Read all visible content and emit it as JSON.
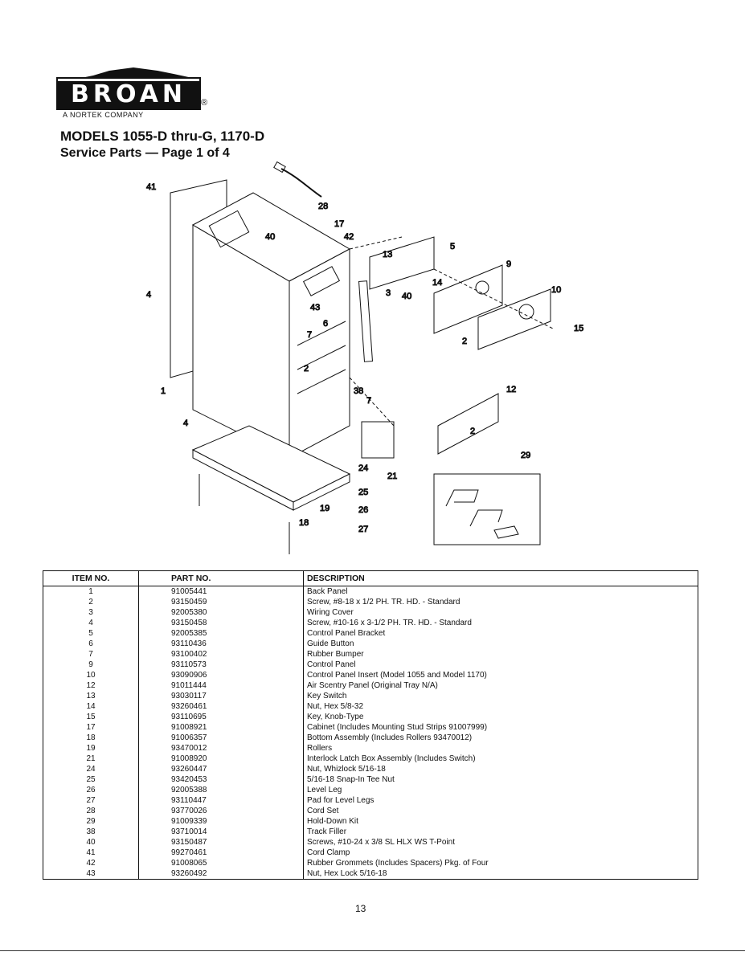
{
  "brand": {
    "name": "BROAN",
    "tagline": "A NORTEK COMPANY",
    "registered": "®"
  },
  "document": {
    "title": "MODELS 1055-D thru-G, 1170-D",
    "subtitle": "Service Parts — Page 1 of 4",
    "page_number": "13"
  },
  "diagram": {
    "callouts": [
      "41",
      "28",
      "17",
      "40",
      "42",
      "5",
      "13",
      "14",
      "9",
      "10",
      "40",
      "3",
      "4",
      "43",
      "6",
      "7",
      "15",
      "2",
      "2",
      "38",
      "7",
      "1",
      "12",
      "4",
      "2",
      "21",
      "24",
      "29",
      "25",
      "26",
      "27",
      "19",
      "18"
    ]
  },
  "table": {
    "headers": {
      "item": "ITEM NO.",
      "part": "PART NO.",
      "description": "DESCRIPTION"
    },
    "rows": [
      {
        "item": "1",
        "part": "91005441",
        "description": "Back Panel"
      },
      {
        "item": "2",
        "part": "93150459",
        "description": "Screw, #8-18 x 1/2 PH. TR. HD. - Standard"
      },
      {
        "item": "3",
        "part": "92005380",
        "description": "Wiring Cover"
      },
      {
        "item": "4",
        "part": "93150458",
        "description": "Screw, #10-16 x 3-1/2 PH. TR. HD. - Standard"
      },
      {
        "item": "5",
        "part": "92005385",
        "description": "Control Panel Bracket"
      },
      {
        "item": "6",
        "part": "93110436",
        "description": "Guide Button"
      },
      {
        "item": "7",
        "part": "93100402",
        "description": "Rubber Bumper"
      },
      {
        "item": "9",
        "part": "93110573",
        "description": "Control Panel"
      },
      {
        "item": "10",
        "part": "93090906",
        "description": "Control Panel Insert (Model 1055 and Model 1170)"
      },
      {
        "item": "12",
        "part": "91011444",
        "description": "Air Scentry Panel (Original Tray N/A)"
      },
      {
        "item": "13",
        "part": "93030117",
        "description": "Key Switch"
      },
      {
        "item": "14",
        "part": "93260461",
        "description": "Nut, Hex 5/8-32"
      },
      {
        "item": "15",
        "part": "93110695",
        "description": "Key, Knob-Type"
      },
      {
        "item": "17",
        "part": "91008921",
        "description": "Cabinet (Includes Mounting Stud Strips 91007999)"
      },
      {
        "item": "18",
        "part": "91006357",
        "description": "Bottom Assembly (Includes Rollers 93470012)"
      },
      {
        "item": "19",
        "part": "93470012",
        "description": "Rollers"
      },
      {
        "item": "21",
        "part": "91008920",
        "description": "Interlock Latch Box Assembly (Includes Switch)"
      },
      {
        "item": "24",
        "part": "93260447",
        "description": "Nut, Whizlock 5/16-18"
      },
      {
        "item": "25",
        "part": "93420453",
        "description": "5/16-18 Snap-In Tee Nut"
      },
      {
        "item": "26",
        "part": "92005388",
        "description": "Level Leg"
      },
      {
        "item": "27",
        "part": "93110447",
        "description": "Pad for Level Legs"
      },
      {
        "item": "28",
        "part": "93770026",
        "description": "Cord Set"
      },
      {
        "item": "29",
        "part": "91009339",
        "description": "Hold-Down Kit"
      },
      {
        "item": "38",
        "part": "93710014",
        "description": "Track Filler"
      },
      {
        "item": "40",
        "part": "93150487",
        "description": "Screws, #10-24 x 3/8 SL HLX WS T-Point"
      },
      {
        "item": "41",
        "part": "99270461",
        "description": "Cord Clamp"
      },
      {
        "item": "42",
        "part": "91008065",
        "description": "Rubber Grommets (Includes Spacers) Pkg. of Four"
      },
      {
        "item": "43",
        "part": "93260492",
        "description": "Nut, Hex Lock 5/16-18"
      }
    ]
  }
}
